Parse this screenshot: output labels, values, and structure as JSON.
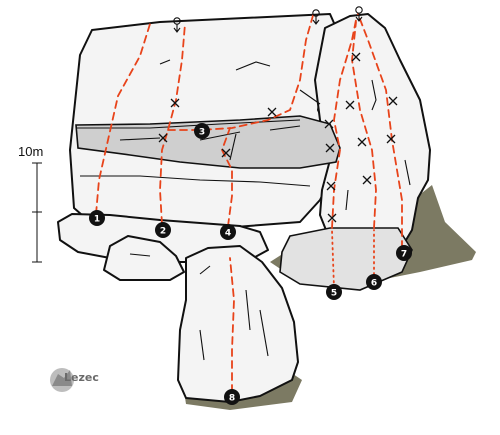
{
  "scale": {
    "label": "10m"
  },
  "logo": {
    "text": "Lezec"
  },
  "routes": [
    {
      "number": "1"
    },
    {
      "number": "2"
    },
    {
      "number": "3"
    },
    {
      "number": "4"
    },
    {
      "number": "5"
    },
    {
      "number": "6"
    },
    {
      "number": "7"
    },
    {
      "number": "8"
    }
  ],
  "colors": {
    "route": "#e8431a",
    "rock": "#f4f4f4",
    "rock_band": "#cfcfcf",
    "ground": "#7c7a63",
    "marker": "#111111"
  }
}
